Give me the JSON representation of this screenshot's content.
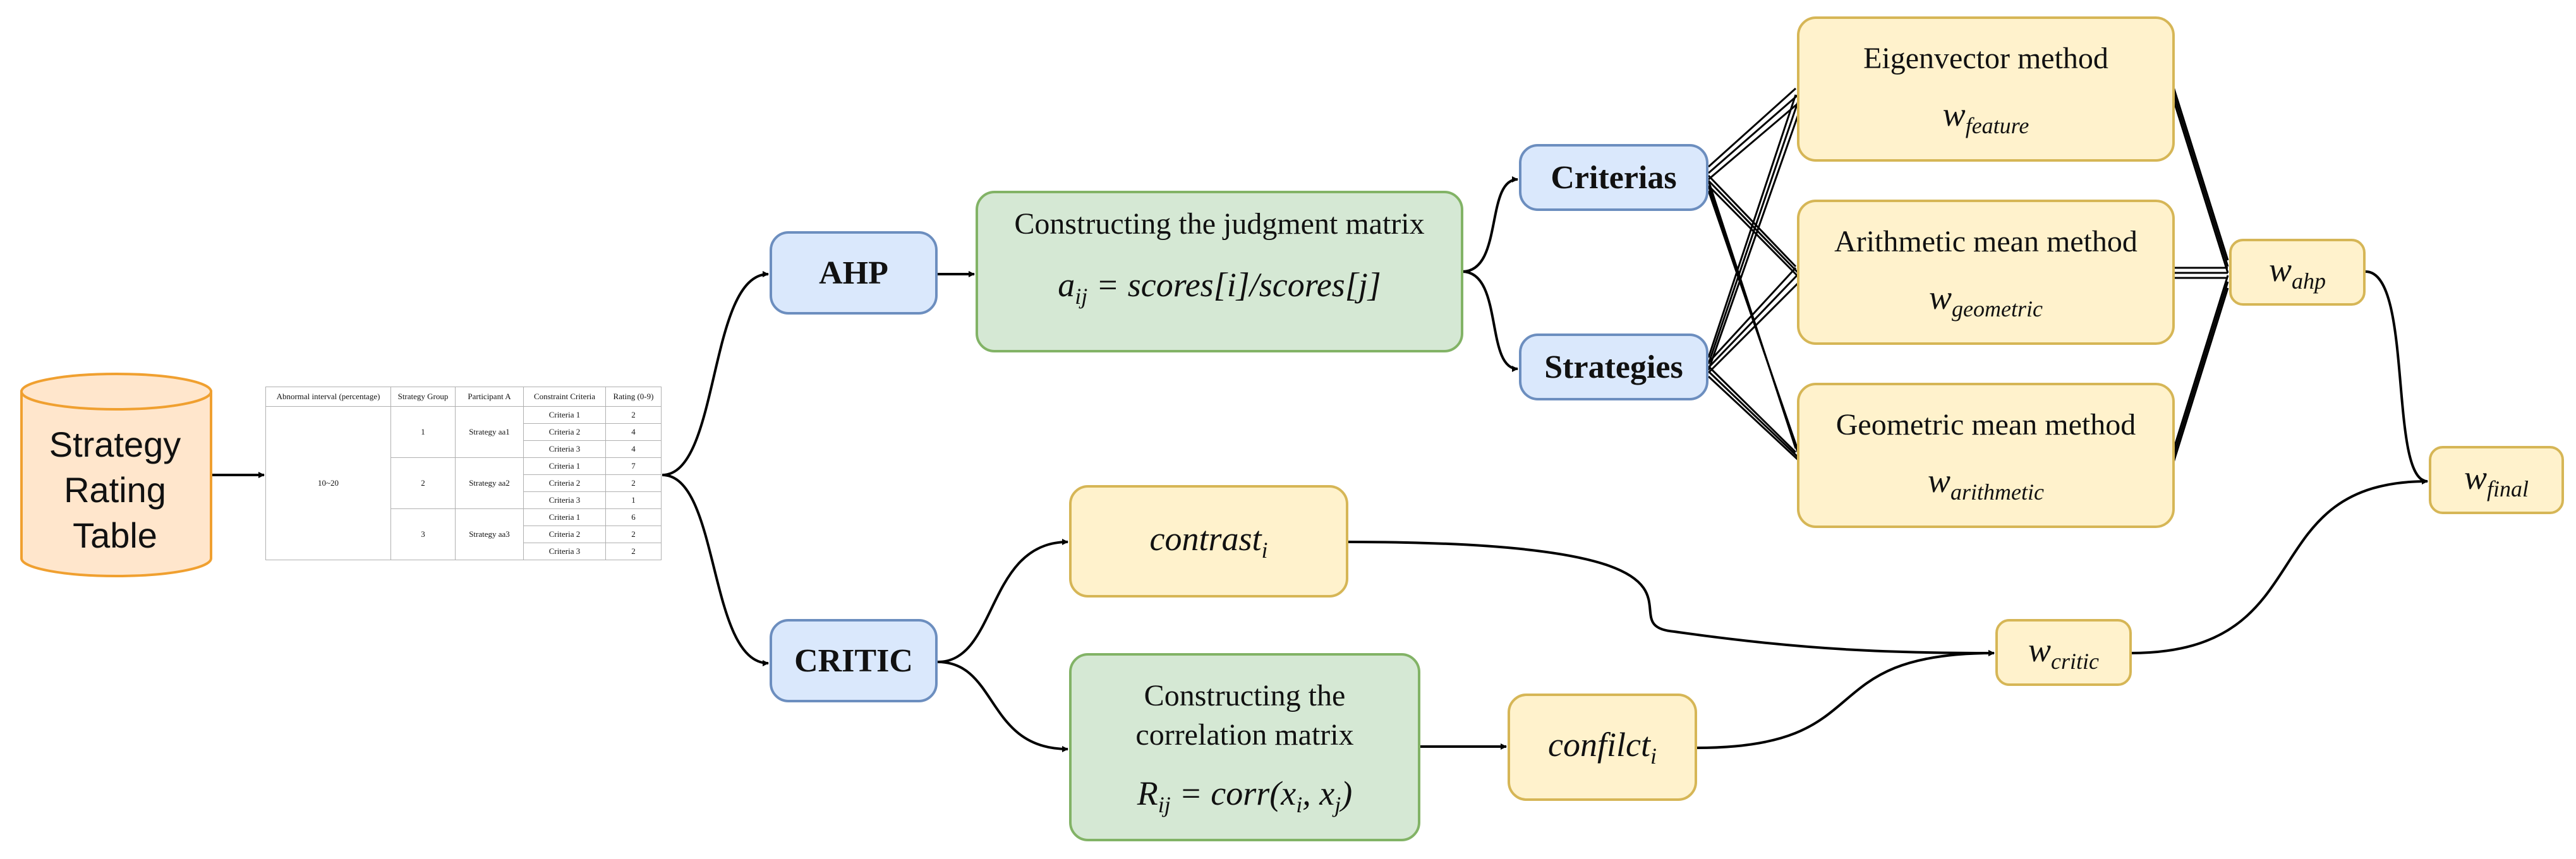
{
  "source": {
    "label_line1": "Strategy",
    "label_line2": "Rating",
    "label_line3": "Table"
  },
  "rating_table": {
    "headers": [
      "Abnormal interval (percentage)",
      "Strategy Group",
      "Participant A",
      "Constraint Criteria",
      "Rating (0-9)"
    ],
    "interval": "10~20",
    "groups": [
      {
        "group": "1",
        "participant": "Strategy aa1",
        "rows": [
          {
            "criteria": "Criteria 1",
            "rating": "2"
          },
          {
            "criteria": "Criteria 2",
            "rating": "4"
          },
          {
            "criteria": "Criteria 3",
            "rating": "4"
          }
        ]
      },
      {
        "group": "2",
        "participant": "Strategy aa2",
        "rows": [
          {
            "criteria": "Criteria 1",
            "rating": "7"
          },
          {
            "criteria": "Criteria 2",
            "rating": "2"
          },
          {
            "criteria": "Criteria 3",
            "rating": "1"
          }
        ]
      },
      {
        "group": "3",
        "participant": "Strategy aa3",
        "rows": [
          {
            "criteria": "Criteria 1",
            "rating": "6"
          },
          {
            "criteria": "Criteria 2",
            "rating": "2"
          },
          {
            "criteria": "Criteria 3",
            "rating": "2"
          }
        ]
      }
    ]
  },
  "ahp": {
    "label": "AHP",
    "judgment_title": "Constructing the judgment matrix",
    "judgment_formula": {
      "lhs": "a",
      "lhs_sub": "ij",
      "rhs": " = scores[i]/scores[j]"
    },
    "criterias_label": "Criterias",
    "strategies_label": "Strategies",
    "methods": [
      {
        "title": "Eigenvector method",
        "var": "w",
        "sub": "feature"
      },
      {
        "title": "Arithmetic mean method",
        "var": "w",
        "sub": "geometric"
      },
      {
        "title": "Geometric mean method",
        "var": "w",
        "sub": "arithmetic"
      }
    ],
    "w_ahp": {
      "var": "w",
      "sub": "ahp"
    }
  },
  "critic": {
    "label": "CRITIC",
    "contrast": {
      "var": "contrast",
      "sub": "i"
    },
    "correlation_title_line1": "Constructing the",
    "correlation_title_line2": "correlation matrix",
    "correlation_formula": {
      "lhs": "R",
      "lhs_sub": "ij",
      "rhs1": " = corr(x",
      "sub1": "i",
      "mid": ", x",
      "sub2": "j",
      "rhs2": ")"
    },
    "conflict": {
      "var": "confilct",
      "sub": "i"
    },
    "w_critic": {
      "var": "w",
      "sub": "critic"
    }
  },
  "final": {
    "var": "w",
    "sub": "final"
  }
}
